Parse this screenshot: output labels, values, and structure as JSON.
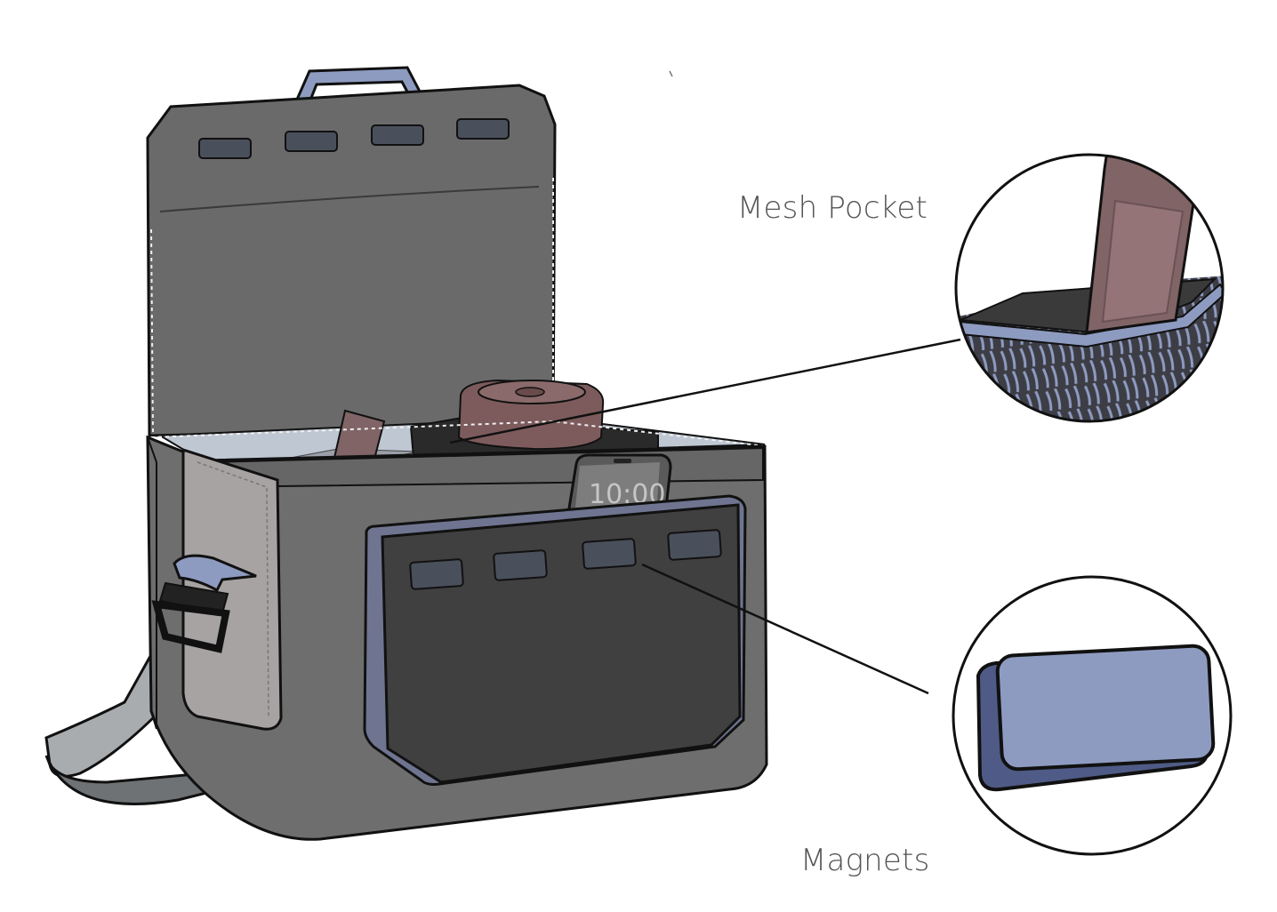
{
  "callouts": {
    "mesh_pocket": "Mesh Pocket",
    "magnets": "Magnets"
  },
  "phone": {
    "time": "10:00"
  },
  "colors": {
    "bag_body": "#6e6e6e",
    "bag_dark": "#444444",
    "side_panel": "#a7a3a2",
    "strap": "#a9acae",
    "magnet": "#8e9bc1",
    "magnet_dark": "#4f5b86",
    "wrapper": "#806466",
    "can": "#7d5b5c"
  }
}
